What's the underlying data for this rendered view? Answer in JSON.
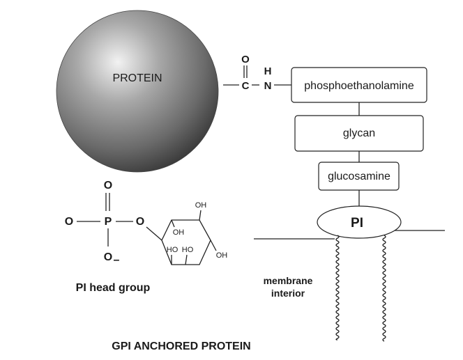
{
  "diagram": {
    "title": "GPI ANCHORED PROTEIN",
    "protein_label": "PROTEIN",
    "linkage": {
      "carbon": "C",
      "oxygen": "O",
      "nitrogen": "N",
      "hydrogen": "H"
    },
    "chain": {
      "phosphoethanolamine": "phosphoethanolamine",
      "glycan": "glycan",
      "glucosamine": "glucosamine",
      "pi": "PI"
    },
    "membrane_label_line1": "membrane",
    "membrane_label_line2": "interior",
    "head_group": {
      "caption": "PI head group",
      "phosphorus": "P",
      "oxygen_top": "O",
      "oxygen_left": "O",
      "oxygen_bottom": "O",
      "minus": "–",
      "oxygen_ester": "O",
      "ring": {
        "oh_top": "OH",
        "oh_inner": "OH",
        "ho_left": "HO",
        "ho_mid": "HO",
        "oh_right": "OH"
      }
    },
    "colors": {
      "sphere_light": "#f2f2f2",
      "sphere_mid": "#8a8a8a",
      "sphere_dark": "#3a3a3a",
      "line": "#222222"
    }
  }
}
